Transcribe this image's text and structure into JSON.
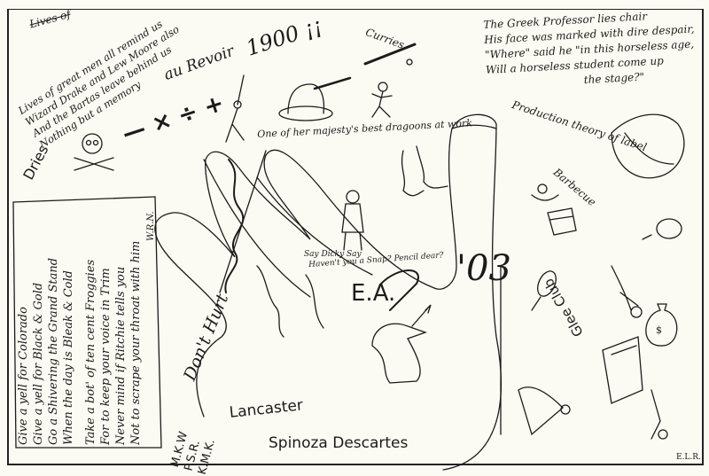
{
  "top_left": {
    "crossed_out": "Lives of",
    "poem": [
      "Lives of great men all remind us",
      "Wizard Drake and Lew Moore also",
      "And the Bartas leave behind us",
      "Nothing but a memory"
    ],
    "dries": "Dries"
  },
  "center_top": {
    "farewell": "au Revoir",
    "year": "1900 ¡¡",
    "symbols": "— × ÷ +",
    "curries": "Curries"
  },
  "greek_professor_poem": [
    "The Greek Professor lies chair",
    "His face was marked with dire despair,",
    "\"Where\" said he \"in this horseless age,",
    "Will a horseless student come up",
    "the stage?\""
  ],
  "right_labels": {
    "production": "Production theory of label",
    "barbecue": "Barbecue",
    "glee_club": "Glee Club"
  },
  "center": {
    "dragoons": "One of her majesty's best dragoons at work",
    "dicky_line1": "Say Dicky Say",
    "dicky_line2": "Haven't you a Snap? Pencil dear?",
    "class_year": "'03",
    "initials_ea": "E.A."
  },
  "left_box": {
    "lines": [
      "Give a yell for Colorado",
      "Give a yell for Black & Gold",
      "Go a Shivering the Grand Stand",
      "When the day is Bleak & Cold",
      "",
      "Take a bot' of ten cent Froggies",
      "For to keep your voice in Trim",
      "Never mind if Ritchie tells you",
      "Not to scrape your throat with him",
      "W.R.N."
    ]
  },
  "bottom": {
    "dont_hurt": "Don't Hurt",
    "initials": [
      "M.K.W",
      "P.S.R.",
      "K.M.K."
    ],
    "lancaster": "Lancaster",
    "philosophers": "Spinoza Descartes",
    "signature": "E.L.R."
  },
  "colors": {
    "paper": "#fbfaf3",
    "ink": "#1b1b1b"
  }
}
